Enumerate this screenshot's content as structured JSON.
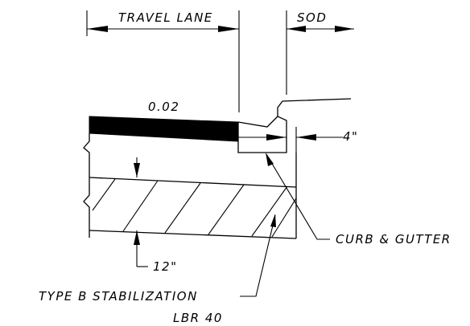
{
  "labels": {
    "travel_lane": "TRAVEL LANE",
    "sod": "SOD",
    "slope": "0.02",
    "curb_offset": "4\"",
    "curb_gutter": "CURB & GUTTER",
    "depth": "12\"",
    "stabilization": "TYPE B STABILIZATION",
    "lbr": "LBR 40"
  }
}
